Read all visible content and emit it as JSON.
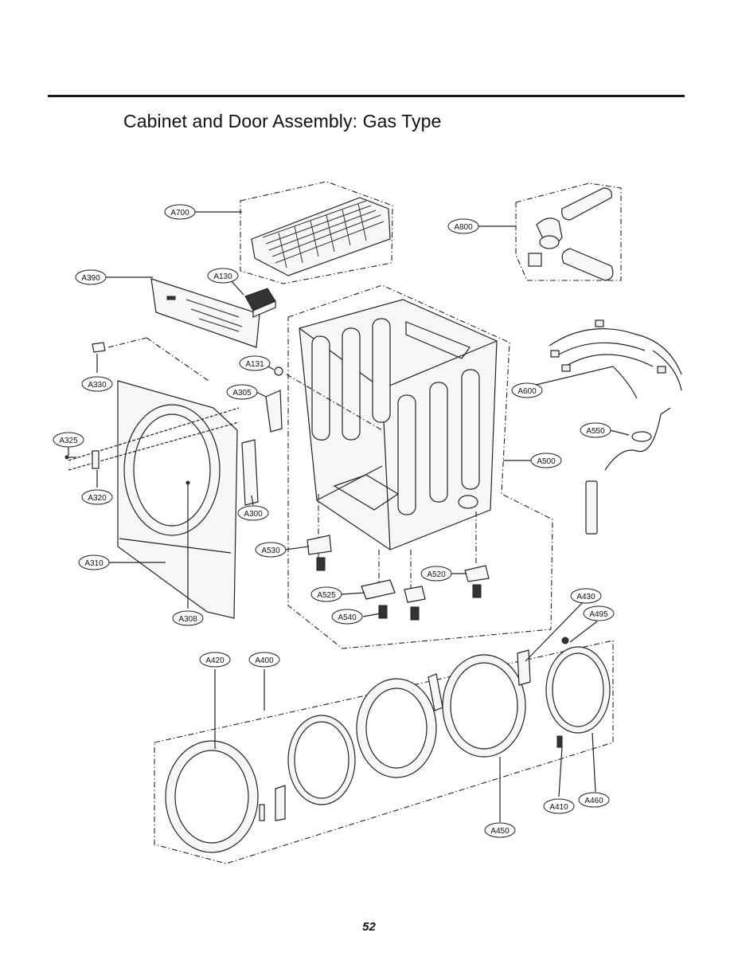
{
  "title": "Cabinet and Door Assembly: Gas Type",
  "page_number": "52",
  "callouts": {
    "A700": "A700",
    "A800": "A800",
    "A390": "A390",
    "A130": "A130",
    "A131": "A131",
    "A330": "A330",
    "A305": "A305",
    "A600": "A600",
    "A325": "A325",
    "A550": "A550",
    "A500": "A500",
    "A320": "A320",
    "A300": "A300",
    "A530": "A530",
    "A310": "A310",
    "A520": "A520",
    "A525": "A525",
    "A430": "A430",
    "A308": "A308",
    "A540": "A540",
    "A495": "A495",
    "A420": "A420",
    "A400": "A400",
    "A410": "A410",
    "A460": "A460",
    "A450": "A450"
  }
}
